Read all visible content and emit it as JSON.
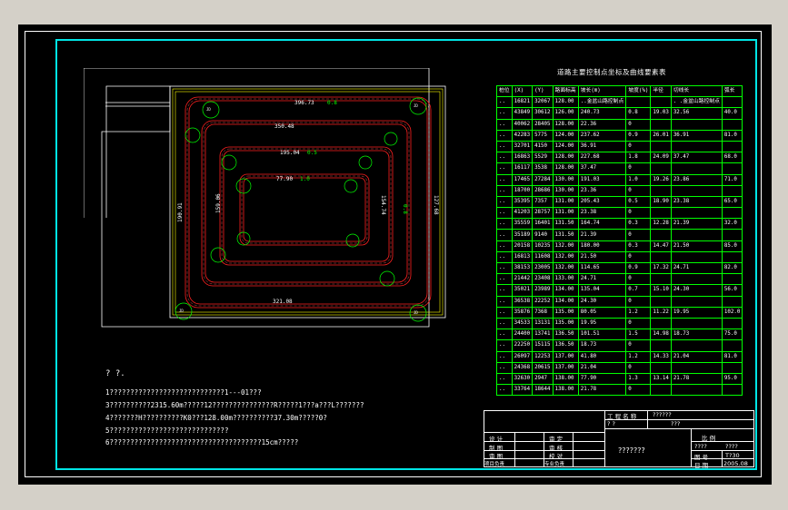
{
  "drawing": {
    "site_labels": {
      "seg_top_outer": "396.73",
      "seg_top_2": "350.48",
      "seg_top_3": "195.04",
      "seg_top_4": "77.90",
      "seg_bottom_outer": "321.08",
      "seg_left_outer": "190.91",
      "seg_left_2": "159.06",
      "seg_right_2": "154.74",
      "seg_right_outer": "127.68",
      "slope_top": "0.8",
      "slope_top_3": "0.5",
      "slope_top_4": "1.0",
      "slope_right": "0.8",
      "curve_tag": "JD"
    }
  },
  "notes": {
    "title": "? ?.",
    "lines": [
      "1????????????????????????????1---01???",
      "3??????????2315.60m?????12???????????????R?????1???a???L???????",
      "4???????H??????????K0???128.00m??????????37.30m?????0?",
      "5?????????????????????????????",
      "6?????????????????????????????????????15cm?????"
    ]
  },
  "coord_table": {
    "title": "道路主要控制点坐标及曲线要素表",
    "headers": [
      "桩位",
      "(X)",
      "(Y)",
      "路面标高",
      "坡长(m)",
      "坡度(%)",
      "半径",
      "切线长",
      "弧长"
    ],
    "rows": [
      [
        "..",
        "16821",
        "32067",
        "128.00",
        "..金盆山路控制点",
        "",
        "",
        ". .金盆山路控制点",
        ""
      ],
      [
        "..",
        "43849",
        "30612",
        "126.00",
        "240.73",
        "0.8",
        "19.03",
        "32.56",
        "40.0"
      ],
      [
        "..",
        "40062",
        "28405",
        "128.00",
        "22.36",
        "0",
        "",
        "",
        ""
      ],
      [
        "..",
        "42283",
        "5775",
        "124.00",
        "237.62",
        "0.9",
        "26.01",
        "36.91",
        "81.0"
      ],
      [
        "..",
        "32701",
        "4150",
        "124.00",
        "36.91",
        "0",
        "",
        "",
        ""
      ],
      [
        "..",
        "16863",
        "5529",
        "128.00",
        "227.68",
        "1.8",
        "24.09",
        "37.47",
        "68.0"
      ],
      [
        "..",
        "16117",
        "3538",
        "128.00",
        "37.47",
        "0",
        "",
        "",
        ""
      ],
      [
        "..",
        "17465",
        "27284",
        "130.00",
        "191.03",
        "1.0",
        "19.26",
        "23.86",
        "71.0"
      ],
      [
        "..",
        "18700",
        "28686",
        "130.00",
        "23.36",
        "0",
        "",
        "",
        ""
      ],
      [
        "..",
        "35395",
        "7357",
        "131.00",
        "205.43",
        "0.5",
        "18.90",
        "23.38",
        "65.0"
      ],
      [
        "..",
        "41203",
        "28757",
        "131.00",
        "23.38",
        "0",
        "",
        "",
        ""
      ],
      [
        "..",
        "35559",
        "16401",
        "131.50",
        "164.74",
        "0.3",
        "12.28",
        "21.39",
        "32.0"
      ],
      [
        "..",
        "35189",
        "9140",
        "131.50",
        "21.39",
        "0",
        "",
        "",
        ""
      ],
      [
        "..",
        "20158",
        "10235",
        "132.00",
        "180.00",
        "0.3",
        "14.47",
        "21.50",
        "85.0"
      ],
      [
        "..",
        "16813",
        "11608",
        "132.00",
        "21.50",
        "0",
        "",
        "",
        ""
      ],
      [
        "..",
        "38153",
        "23005",
        "132.00",
        "114.65",
        "0.9",
        "17.32",
        "24.71",
        "82.0"
      ],
      [
        "..",
        "21442",
        "23408",
        "133.00",
        "24.71",
        "0",
        "",
        "",
        ""
      ],
      [
        "..",
        "35021",
        "23989",
        "134.00",
        "135.04",
        "0.7",
        "15.10",
        "24.30",
        "56.0"
      ],
      [
        "..",
        "36538",
        "22252",
        "134.00",
        "24.30",
        "0",
        "",
        "",
        ""
      ],
      [
        "..",
        "35876",
        "7368",
        "135.00",
        "80.05",
        "1.2",
        "11.22",
        "19.95",
        "102.0"
      ],
      [
        "..",
        "34533",
        "13131",
        "135.00",
        "19.95",
        "0",
        "",
        "",
        ""
      ],
      [
        "..",
        "24400",
        "13741",
        "136.50",
        "101.51",
        "1.5",
        "14.98",
        "18.73",
        "75.0"
      ],
      [
        "..",
        "22250",
        "15115",
        "136.50",
        "18.73",
        "0",
        "",
        "",
        ""
      ],
      [
        "..",
        "26097",
        "12253",
        "137.00",
        "41.80",
        "1.2",
        "14.33",
        "21.04",
        "81.0"
      ],
      [
        "..",
        "24368",
        "20615",
        "137.00",
        "21.04",
        "0",
        "",
        "",
        ""
      ],
      [
        "..",
        "32630",
        "2947",
        "138.00",
        "77.90",
        "1.3",
        "13.14",
        "21.78",
        "95.0"
      ],
      [
        "..",
        "33764",
        "18644",
        "138.00",
        "21.78",
        "0",
        "",
        "",
        ""
      ]
    ]
  },
  "title_block": {
    "project_label": "工 程 名 称",
    "project_value": "??????",
    "sub_label": "? ?",
    "sub_value": "???",
    "drawing_name": "???????",
    "left_labels": [
      "设 计",
      "制 图",
      "审 图",
      "项目负责"
    ],
    "mid_labels": [
      "审 定",
      "审 核",
      "校 对",
      "专业负责"
    ],
    "scale_label": "比 例",
    "scale_a": "????",
    "scale_b": "????",
    "sheet_label": "图 号",
    "sheet_value": "T?30",
    "date_label": "日 期",
    "date_value": "2005.08"
  }
}
